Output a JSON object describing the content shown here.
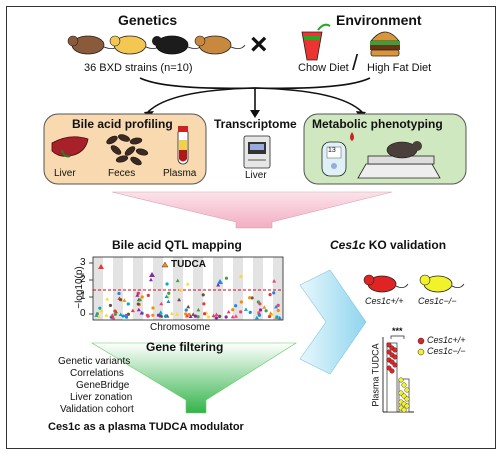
{
  "top": {
    "genetics_title": "Genetics",
    "environment_title": "Environment",
    "strains_label": "36 BXD strains (n=10)",
    "cross_symbol": "×",
    "chow_label": "Chow Diet",
    "slash": "/",
    "hfd_label": "High Fat Diet"
  },
  "mid": {
    "bile_title": "Bile acid profiling",
    "bile_items": [
      "Liver",
      "Feces",
      "Plasma"
    ],
    "transcriptome_title": "Transcriptome",
    "transcriptome_item": "Liver",
    "metabolic_title": "Metabolic phenotyping",
    "glucometer_reading": "13"
  },
  "qtl": {
    "title": "Bile acid QTL mapping",
    "annotation": "TUDCA",
    "x_label": "Chromosome",
    "y_label": "−log10(p)",
    "y_ticks": [
      "3",
      "2",
      "1",
      "0"
    ]
  },
  "filter": {
    "title": "Gene filtering",
    "items": [
      "Genetic variants",
      "Correlations",
      "GeneBridge",
      "Liver zonation",
      "Validation cohort"
    ],
    "result": "Ces1c as a plasma TUDCA modulator"
  },
  "ko": {
    "title_gene": "Ces1c",
    "title_rest": " KO validation",
    "wt_label": "Ces1c+/+",
    "ko_label": "Ces1c−/−",
    "y_label": "Plasma TUDCA",
    "significance": "***",
    "legend": [
      "Ces1c+/+",
      "Ces1c−/−"
    ]
  },
  "colors": {
    "bile_bg": "#f9d9b0",
    "metabolic_bg": "#cfe8c0",
    "ko_arrow": "#a8dff0",
    "funnel_top": "#ffffff",
    "funnel_bottom": "#33b44a",
    "pink_arrow": "#f7c7d4",
    "wt_mouse": "#e02424",
    "ko_mouse": "#f2f22a",
    "threshold": "#d0021b"
  }
}
